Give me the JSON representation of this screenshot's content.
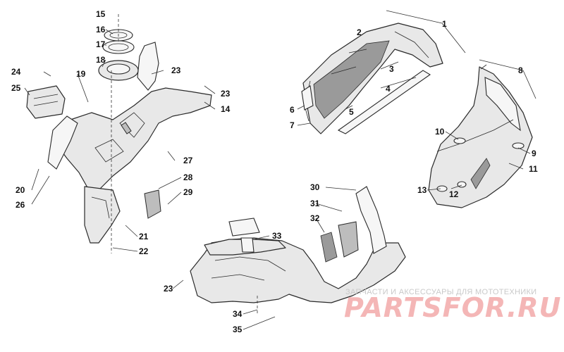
{
  "diagram": {
    "callouts": [
      {
        "id": "c1",
        "label": "1"
      },
      {
        "id": "c2",
        "label": "2"
      },
      {
        "id": "c3",
        "label": "3"
      },
      {
        "id": "c4",
        "label": "4"
      },
      {
        "id": "c5",
        "label": "5"
      },
      {
        "id": "c6",
        "label": "6"
      },
      {
        "id": "c7",
        "label": "7"
      },
      {
        "id": "c8",
        "label": "8"
      },
      {
        "id": "c9",
        "label": "9"
      },
      {
        "id": "c10",
        "label": "10"
      },
      {
        "id": "c11",
        "label": "11"
      },
      {
        "id": "c12",
        "label": "12"
      },
      {
        "id": "c13",
        "label": "13"
      },
      {
        "id": "c14",
        "label": "14"
      },
      {
        "id": "c15",
        "label": "15"
      },
      {
        "id": "c16",
        "label": "16"
      },
      {
        "id": "c17",
        "label": "17"
      },
      {
        "id": "c18",
        "label": "18"
      },
      {
        "id": "c19",
        "label": "19"
      },
      {
        "id": "c20",
        "label": "20"
      },
      {
        "id": "c21",
        "label": "21"
      },
      {
        "id": "c22",
        "label": "22"
      },
      {
        "id": "c23a",
        "label": "23"
      },
      {
        "id": "c23b",
        "label": "23"
      },
      {
        "id": "c23c",
        "label": "23"
      },
      {
        "id": "c24",
        "label": "24"
      },
      {
        "id": "c25",
        "label": "25"
      },
      {
        "id": "c26",
        "label": "26"
      },
      {
        "id": "c27",
        "label": "27"
      },
      {
        "id": "c28",
        "label": "28"
      },
      {
        "id": "c29",
        "label": "29"
      },
      {
        "id": "c30",
        "label": "30"
      },
      {
        "id": "c31",
        "label": "31"
      },
      {
        "id": "c32",
        "label": "32"
      },
      {
        "id": "c33",
        "label": "33"
      },
      {
        "id": "c34",
        "label": "34"
      },
      {
        "id": "c35",
        "label": "35"
      }
    ]
  },
  "watermark": {
    "tagline": "ЗАПЧАСТИ И АКСЕССУАРЫ ДЛЯ МОТОТЕХНИКИ",
    "logo": "PARTSFOR.RU"
  }
}
